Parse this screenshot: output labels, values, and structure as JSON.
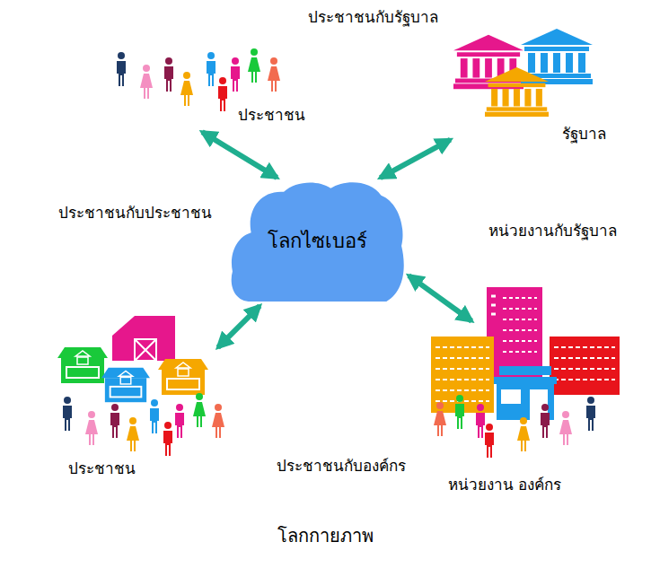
{
  "diagram": {
    "caption": "โลกกายภาพ",
    "nodes": [
      {
        "text": [
          "ประชาชน"
        ]
      },
      {
        "text": [
          "รัฐบาล"
        ]
      },
      {
        "text": [
          "โลกไซเบอร์"
        ]
      },
      {
        "text": [
          "ประชาชน"
        ]
      },
      {
        "text": [
          "หน่วยงาน องค์กร"
        ]
      }
    ],
    "edges": [
      {
        "from": 0,
        "to": 2,
        "arrow": "both"
      },
      {
        "from": 1,
        "to": 2,
        "arrow": "both"
      },
      {
        "from": 3,
        "to": 2,
        "arrow": "both"
      },
      {
        "from": 4,
        "to": 2,
        "arrow": "both"
      }
    ],
    "labels": [
      "ประชาชนกับรัฐบาล",
      "ประชาชนกับประชาชน",
      "หน่วยงานกับรัฐบาล",
      "ประชาชนกับองค์กร"
    ]
  }
}
